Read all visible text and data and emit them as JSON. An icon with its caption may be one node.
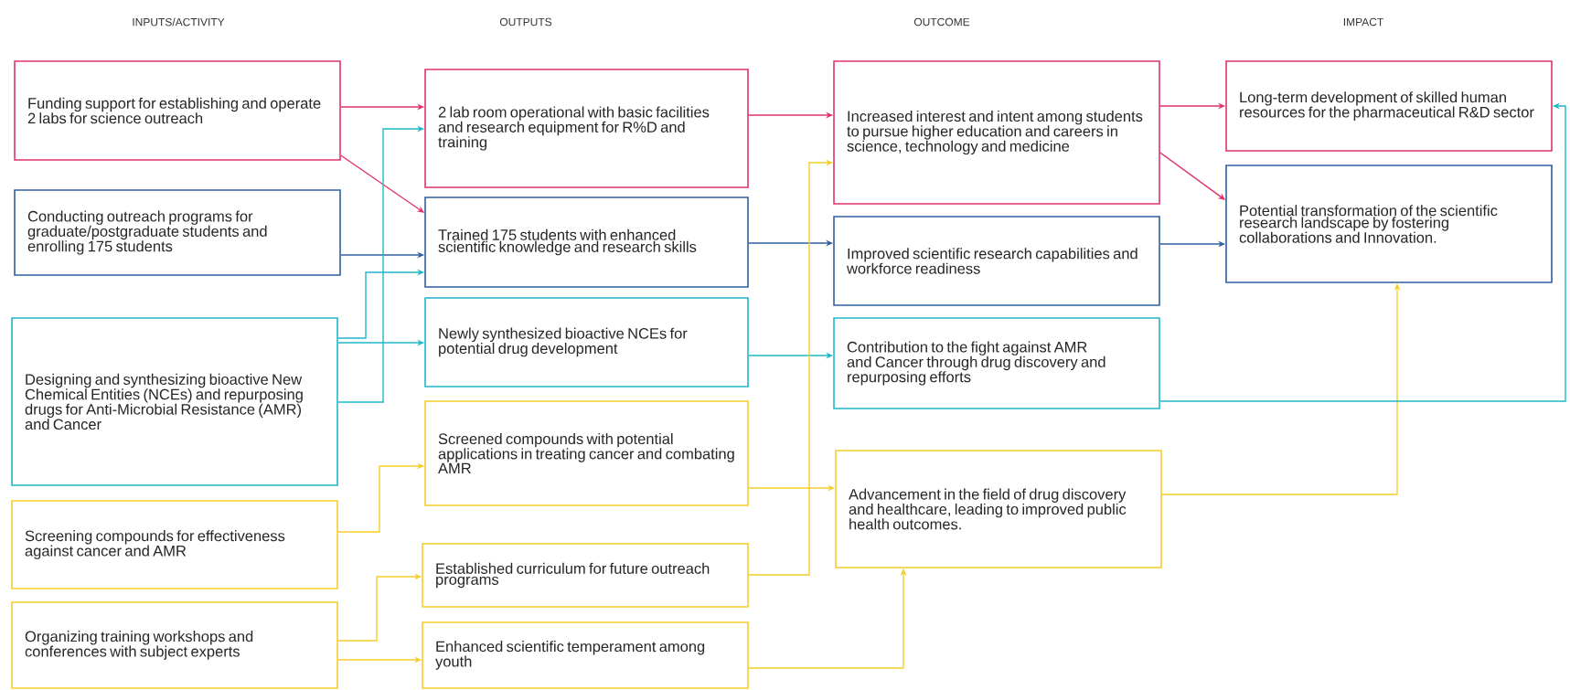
{
  "diagram": {
    "nodes": [
      {
        "text": [
          "Funding support for establishing and operate 2 labs for science outreach"
        ]
      },
      {
        "text": [
          "Conducting outreach programs for graduate/postgraduate students and enrolling 175 students"
        ]
      },
      {
        "text": [
          "Designing and synthesizing bioactive New Chemical Entities (NCEs) and repurposing drugs for Anti-Microbial Resistance (AMR) and Cancer"
        ]
      },
      {
        "text": [
          "Screening compounds for effectiveness against cancer and AMR"
        ]
      },
      {
        "text": [
          "Organizing training workshops and conferences with subject experts"
        ]
      },
      {
        "text": [
          "2 lab room operational with basic facilities and research equipment for R%D and training"
        ]
      },
      {
        "text": [
          "Trained 175 students with enhanced scientific knowledge and research skills"
        ]
      },
      {
        "text": [
          "Newly synthesized bioactive NCEs for potential drug development"
        ]
      },
      {
        "text": [
          "Screened compounds with potential applications in treating cancer and combating AMR"
        ]
      },
      {
        "text": [
          "Established curriculum for future outreach programs"
        ]
      },
      {
        "text": [
          "Enhanced scientific temperament among youth"
        ]
      },
      {
        "text": [
          "Increased interest and intent among students to pursue higher education and careers in science, technology and medicine"
        ]
      },
      {
        "text": [
          "Improved scientific research capabilities and workforce readiness"
        ]
      },
      {
        "text": [
          "Contribution to the fight against AMR and Cancer through drug discovery and repurposing efforts"
        ]
      },
      {
        "text": [
          "Advancement in the field of drug discovery and healthcare, leading to improved public health outcomes."
        ]
      },
      {
        "text": [
          "Long-term development of skilled human resources for the pharmaceutical R&D sector"
        ]
      },
      {
        "text": [
          "Potential transformation of the scientific research landscape by fostering collaborations and Innovation."
        ]
      }
    ],
    "edges": [
      {
        "from": 0,
        "to": 5,
        "arrow": "to",
        "color": "#e0336b"
      },
      {
        "from": 0,
        "to": 6,
        "arrow": "to",
        "color": "#e0336b"
      },
      {
        "from": 1,
        "to": 6,
        "arrow": "to",
        "color": "#2f5f9e"
      },
      {
        "from": 2,
        "to": 5,
        "arrow": "to",
        "color": "#1fb8c9"
      },
      {
        "from": 2,
        "to": 6,
        "arrow": "to",
        "color": "#1fb8c9"
      },
      {
        "from": 2,
        "to": 7,
        "arrow": "to",
        "color": "#1fb8c9"
      },
      {
        "from": 3,
        "to": 8,
        "arrow": "to"
      },
      {
        "from": 4,
        "to": 9,
        "arrow": "to"
      },
      {
        "from": 4,
        "to": 10,
        "arrow": "to"
      },
      {
        "from": 5,
        "to": 11,
        "arrow": "to",
        "color": "#e0336b"
      },
      {
        "from": 6,
        "to": 12,
        "arrow": "to",
        "color": "#2f5f9e"
      },
      {
        "from": 7,
        "to": 13,
        "arrow": "to",
        "color": "#1fb8c9"
      },
      {
        "from": 8,
        "to": 14,
        "arrow": "to"
      },
      {
        "from": 9,
        "to": 11,
        "arrow": "to"
      },
      {
        "from": 10,
        "to": 14,
        "arrow": "to"
      },
      {
        "from": 11,
        "to": 15,
        "arrow": "to",
        "color": "#e0336b"
      },
      {
        "from": 11,
        "to": 16,
        "arrow": "to",
        "color": "#e0336b"
      },
      {
        "from": 12,
        "to": 16,
        "arrow": "to",
        "color": "#2f5f9e"
      },
      {
        "from": 14,
        "to": 16,
        "arrow": "to"
      },
      {
        "from": 13,
        "to": 15,
        "arrow": "to",
        "color": "#1fb8c9"
      }
    ],
    "labels": [
      "INPUTS/ACTIVITY",
      "OUTPUTS",
      "OUTCOME",
      "IMPACT"
    ]
  }
}
